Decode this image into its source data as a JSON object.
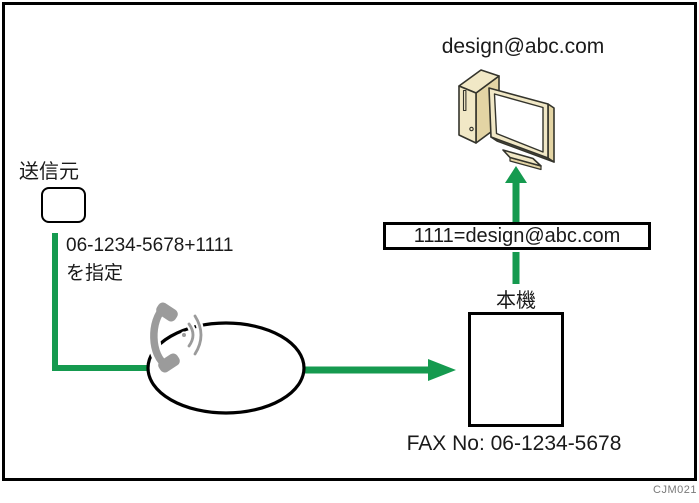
{
  "figure": {
    "code": "CJM021",
    "labels": {
      "email": "design@abc.com",
      "sender": "送信元",
      "dial_line1": "06-1234-5678+1111",
      "dial_line2": "を指定",
      "routing": "1111=design@abc.com",
      "machine": "本機",
      "fax_number": "FAX No: 06-1234-5678"
    },
    "colors": {
      "arrow_green": "#159A4F",
      "phone_gray": "#9B9B9B",
      "computer_body": "#F1E8C6",
      "computer_shade": "#E3D4A4",
      "outline_black": "#000000",
      "code_gray": "#7A7A7A"
    },
    "icons": {
      "computer": "computer-icon",
      "telephone": "telephone-handset-icon",
      "sound": "sound-waves-icon",
      "network": "network-ellipse"
    }
  }
}
